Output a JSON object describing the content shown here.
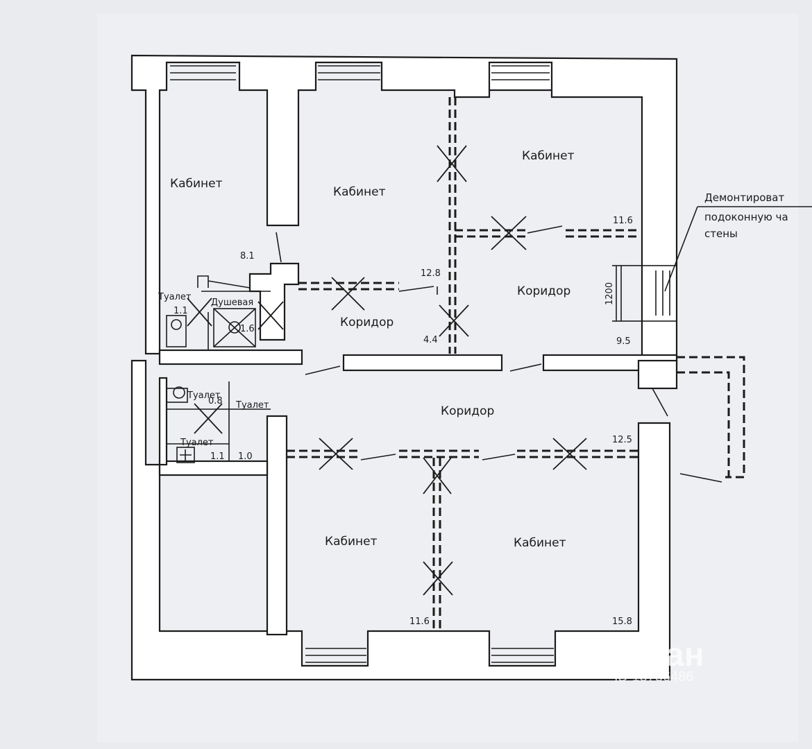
{
  "rooms": {
    "office_top_left": "Кабинет",
    "office_top_center": "Кабинет",
    "office_top_right": "Кабинет",
    "corridor_center": "Коридор",
    "corridor_right": "Коридор",
    "corridor_main": "Коридор",
    "office_bottom_center": "Кабинет",
    "office_bottom_right": "Кабинет",
    "toilet_a": "Туалет",
    "shower": "Душевая",
    "toilet_b": "Туалет",
    "toilet_c": "Туалет",
    "toilet_d": "Туалет"
  },
  "areas": {
    "office_top_left": "8.1",
    "office_top_center": "12.8",
    "office_top_right": "11.6",
    "corridor_center": "4.4",
    "corridor_right": "9.5",
    "corridor_main": "12.5",
    "office_bottom_center": "11.6",
    "office_bottom_right": "15.8",
    "toilet_a": "1.1",
    "shower": "1.6",
    "toilet_b": "0.8",
    "toilet_c": "1.1",
    "toilet_d": "1.0"
  },
  "dimension": "1200",
  "note": {
    "line1": "Демонтироват",
    "line2": "подоконную ча",
    "line3": "стены"
  },
  "watermark": {
    "brand": "циан",
    "id": "ID 13736486"
  }
}
